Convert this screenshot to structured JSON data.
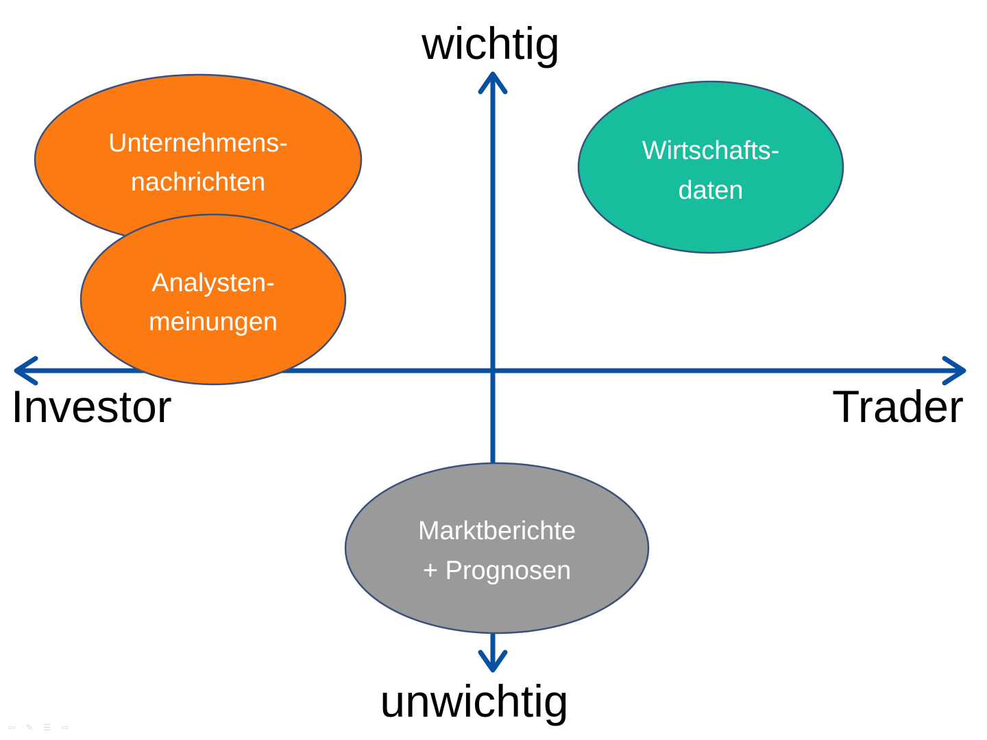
{
  "axes": {
    "top_label": "wichtig",
    "bottom_label": "unwichtig",
    "left_label": "Investor",
    "right_label": "Trader",
    "color": "#0a50a0"
  },
  "bubbles": [
    {
      "id": "unternehmensnachrichten",
      "lines": [
        "Unternehmens-",
        "nachrichten"
      ],
      "color": "#fb7a12"
    },
    {
      "id": "analystenmeinungen",
      "lines": [
        "Analysten-",
        "meinungen"
      ],
      "color": "#fb7a12"
    },
    {
      "id": "wirtschaftsdaten",
      "lines": [
        "Wirtschafts-",
        "daten"
      ],
      "color": "#17bd9d"
    },
    {
      "id": "marktberichte",
      "lines": [
        "Marktberichte",
        "+ Prognosen"
      ],
      "color": "#9b9a9b"
    }
  ],
  "bubble_outline": "#3a4f7a",
  "navigation": {
    "icons": [
      "arrow-left-icon",
      "pen-icon",
      "menu-icon",
      "arrow-right-icon"
    ]
  }
}
